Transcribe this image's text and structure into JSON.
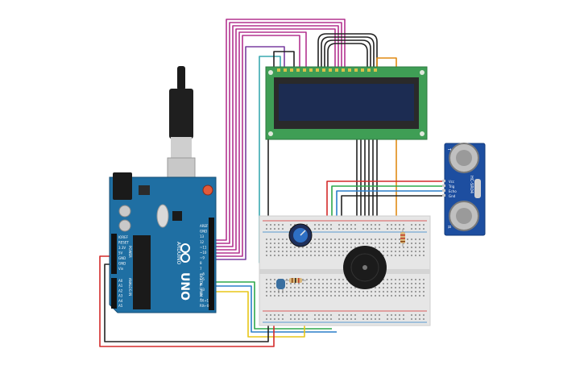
{
  "arduino": {
    "board_name": "UNO",
    "brand_text": "ARDUINO",
    "digital_header_label": "DIGITAL (PWM ~)",
    "power_header_label": "POWER",
    "analog_header_label": "ANALOG IN",
    "digital_pin_labels": [
      "AREF",
      "GND",
      "13",
      "12",
      "~11",
      "~10",
      "~9",
      "8",
      "7",
      "~6",
      "~5",
      "4",
      "~3",
      "2",
      "TX→1",
      "RX←0"
    ],
    "power_pin_labels": [
      "IOREF",
      "RESET",
      "3.3V",
      "5V",
      "GND",
      "GND",
      "Vin"
    ],
    "analog_pin_labels": [
      "A0",
      "A1",
      "A2",
      "A3",
      "A4",
      "A5"
    ]
  },
  "sensor": {
    "model_label": "HC-SR04",
    "pin_labels": [
      "Vcc",
      "Trig",
      "Echo",
      "Gnd"
    ],
    "corner_labels": [
      "T",
      "R"
    ]
  },
  "colors": {
    "arduino_board": "#1f6fa3",
    "lcd_board": "#3f9e55",
    "lcd_screen": "#1c2c52",
    "sensor_board": "#1d4ea0",
    "breadboard": "#e6e6e6",
    "wire_magenta": "#b3338f",
    "wire_black": "#222222",
    "wire_red": "#d42a2a",
    "wire_green": "#2ea84b",
    "wire_blue": "#2a7fc9",
    "wire_yellow": "#e8c618",
    "wire_orange": "#e08a14",
    "wire_teal": "#3aa8b0"
  }
}
